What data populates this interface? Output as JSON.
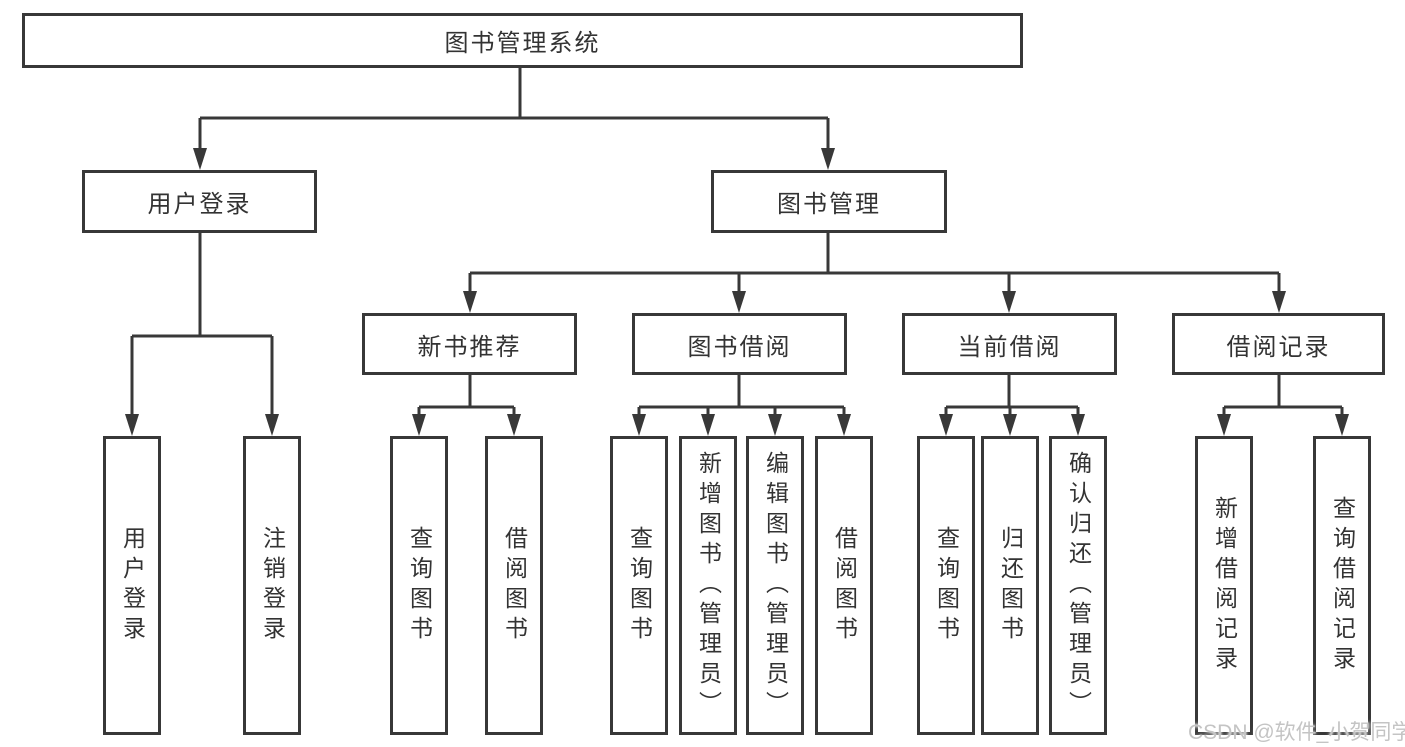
{
  "diagram": {
    "root": {
      "label": "图书管理系统"
    },
    "branches": [
      {
        "label": "用户登录",
        "children": [
          {
            "label": "用户登录"
          },
          {
            "label": "注销登录"
          }
        ]
      },
      {
        "label": "图书管理",
        "children": [
          {
            "label": "新书推荐",
            "children": [
              {
                "label": "查询图书"
              },
              {
                "label": "借阅图书"
              }
            ]
          },
          {
            "label": "图书借阅",
            "children": [
              {
                "label": "查询图书"
              },
              {
                "label": "新增图书（管理员）"
              },
              {
                "label": "编辑图书（管理员）"
              },
              {
                "label": "借阅图书"
              }
            ]
          },
          {
            "label": "当前借阅",
            "children": [
              {
                "label": "查询图书"
              },
              {
                "label": "归还图书"
              },
              {
                "label": "确认归还（管理员）"
              }
            ]
          },
          {
            "label": "借阅记录",
            "children": [
              {
                "label": "新增借阅记录"
              },
              {
                "label": "查询借阅记录"
              }
            ]
          }
        ]
      }
    ],
    "watermark": "CSDN @软件_小贺同学",
    "colors": {
      "line": "#383838",
      "text": "#333333",
      "watermark": "#c4c4c4",
      "background": "#ffffff"
    }
  }
}
